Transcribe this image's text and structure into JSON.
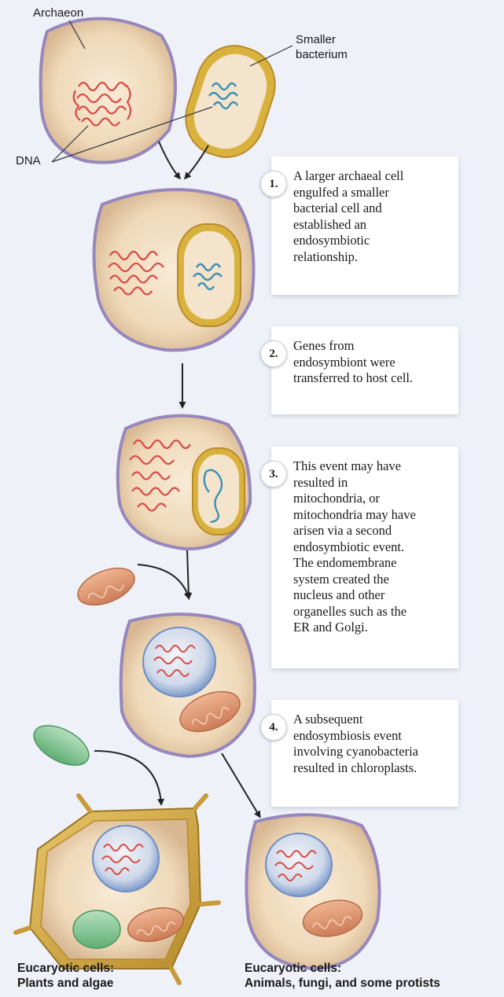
{
  "labels": {
    "archaeon": "Archaeon",
    "smaller_bacterium_1": "Smaller",
    "smaller_bacterium_2": "bacterium",
    "dna": "DNA"
  },
  "steps": [
    {
      "number": "1.",
      "lines": [
        "A larger archaeal cell",
        "engulfed a smaller",
        "bacterial cell and",
        "established an",
        "endosymbiotic",
        "relationship."
      ]
    },
    {
      "number": "2.",
      "lines": [
        "Genes from",
        "endosymbiont were",
        "transferred to host cell."
      ]
    },
    {
      "number": "3.",
      "lines": [
        "This event may have",
        "resulted in",
        "mitochondria, or",
        "mitochondria may have",
        "arisen via a second",
        "endosymbiotic event.",
        "The endomembrane",
        "system created the",
        "nucleus and other",
        "organelles such as the",
        "ER and Golgi."
      ]
    },
    {
      "number": "4.",
      "lines": [
        "A subsequent",
        "endosymbiosis event",
        "involving cyanobacteria",
        "resulted in chloroplasts."
      ]
    }
  ],
  "captions": {
    "plants_line1": "Eucaryotic cells:",
    "plants_line2": "Plants and algae",
    "animals_line1": "Eucaryotic cells:",
    "animals_line2": "Animals, fungi, and some protists"
  },
  "colors": {
    "cell_fill": "#f4e4cc",
    "cell_membrane": "#9787bd",
    "host_dna": "#d84b45",
    "bacterial_dna": "#3d8fb5",
    "bacterium_wall": "#d9b23d",
    "nucleus": "#8fb0d8",
    "mitochondrion": "#e2a07c",
    "chloroplast": "#8dc79b",
    "cell_wall": "#c89a3a",
    "box_bg": "#ffffff",
    "page_bg": "#eef1f7"
  }
}
